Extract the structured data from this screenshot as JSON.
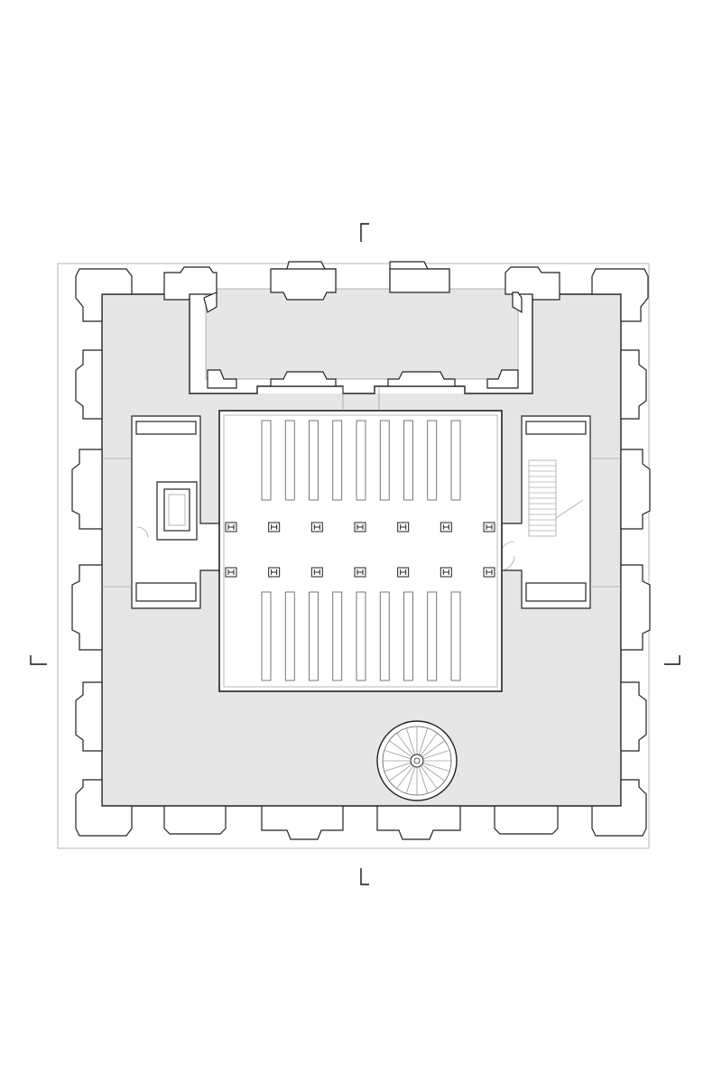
{
  "drawing": {
    "type": "architectural-floor-plan",
    "colors": {
      "background": "#ffffff",
      "floor_fill": "#e6e6e6",
      "wall_stroke": "#222222",
      "hatch_line": "#888888"
    },
    "section_marks": [
      "top",
      "bottom",
      "left",
      "right"
    ],
    "main_hall": {
      "columns_per_row": 7,
      "column_rows": 2,
      "skylights_per_row": 9
    },
    "stair_flights": 1,
    "spiral_stairs": 1
  }
}
